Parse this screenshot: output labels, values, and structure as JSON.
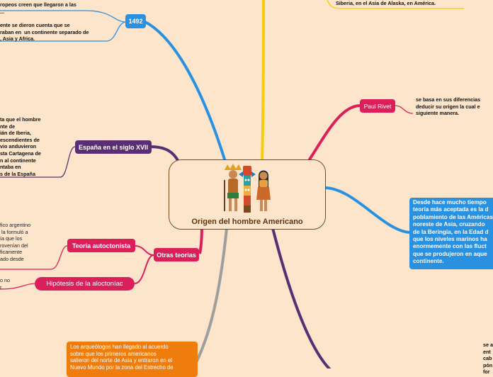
{
  "central": {
    "title": "Origen del hombre Americano"
  },
  "nodes": {
    "n1492": "1492",
    "espana": "España en el siglo XVII",
    "paul_rivet": "Paul Rivet",
    "otras": "Otras teorias",
    "autoctonista": "Teoria autoctonista",
    "aloctonia": "Hipótesis de la aloctoníac"
  },
  "texts": {
    "europeos": "ropeos creen que llegaron a las\n...",
    "dieron_cuenta": "ente se dieron cuenta que se\nraban en  un continente separado de\n, Asia y Africa.",
    "espana_text": "ta que el hombre\nnte de\nián de Iberia,\nescendientes de\nvio anduvieron\nsta Cartagena de\nn al continente\nntaba en\ns de la España",
    "siberia": "Siberia, en el Asia de Alaska, en América.",
    "rivet_text": "se basa en sus diferencias\ndeducir su origen la cual e\nsiguiente manera.",
    "argentino": "fico argentino\n la formuló a\nía que los\nrovenían del\nficamente\nado desde",
    "no_r": "o no\nr.",
    "right_bottom": "se a\nent\ncab\npón\nfor"
  },
  "blue_box": "Desde hace mucho tiempo\nteoría más aceptada es la d\npoblamiento de las Américas\nnoreste de Asia, cruzando\nde la Beringia, en la Edad d\nque los niveles marinos ha\nenormemente con las fluct\nque se produjeron en aque\ncontinente.",
  "orange_box": "Los arqueólogos han llegado al acuerdo\nsobre que los primeros americanos\nsalieron del norte de Asia y entraron en el\nNuevo Mundo por la zona del Estrecho de",
  "colors": {
    "background": "#fde5cc",
    "blue": "#2a90e0",
    "purple": "#5b2e73",
    "crimson": "#dc1f5a",
    "yellow": "#f5cc0a",
    "gray": "#9e9e9e",
    "orange": "#ef7d0e",
    "brown": "#7a4a1e"
  },
  "icons": [
    "indigenous-figures-icon"
  ]
}
